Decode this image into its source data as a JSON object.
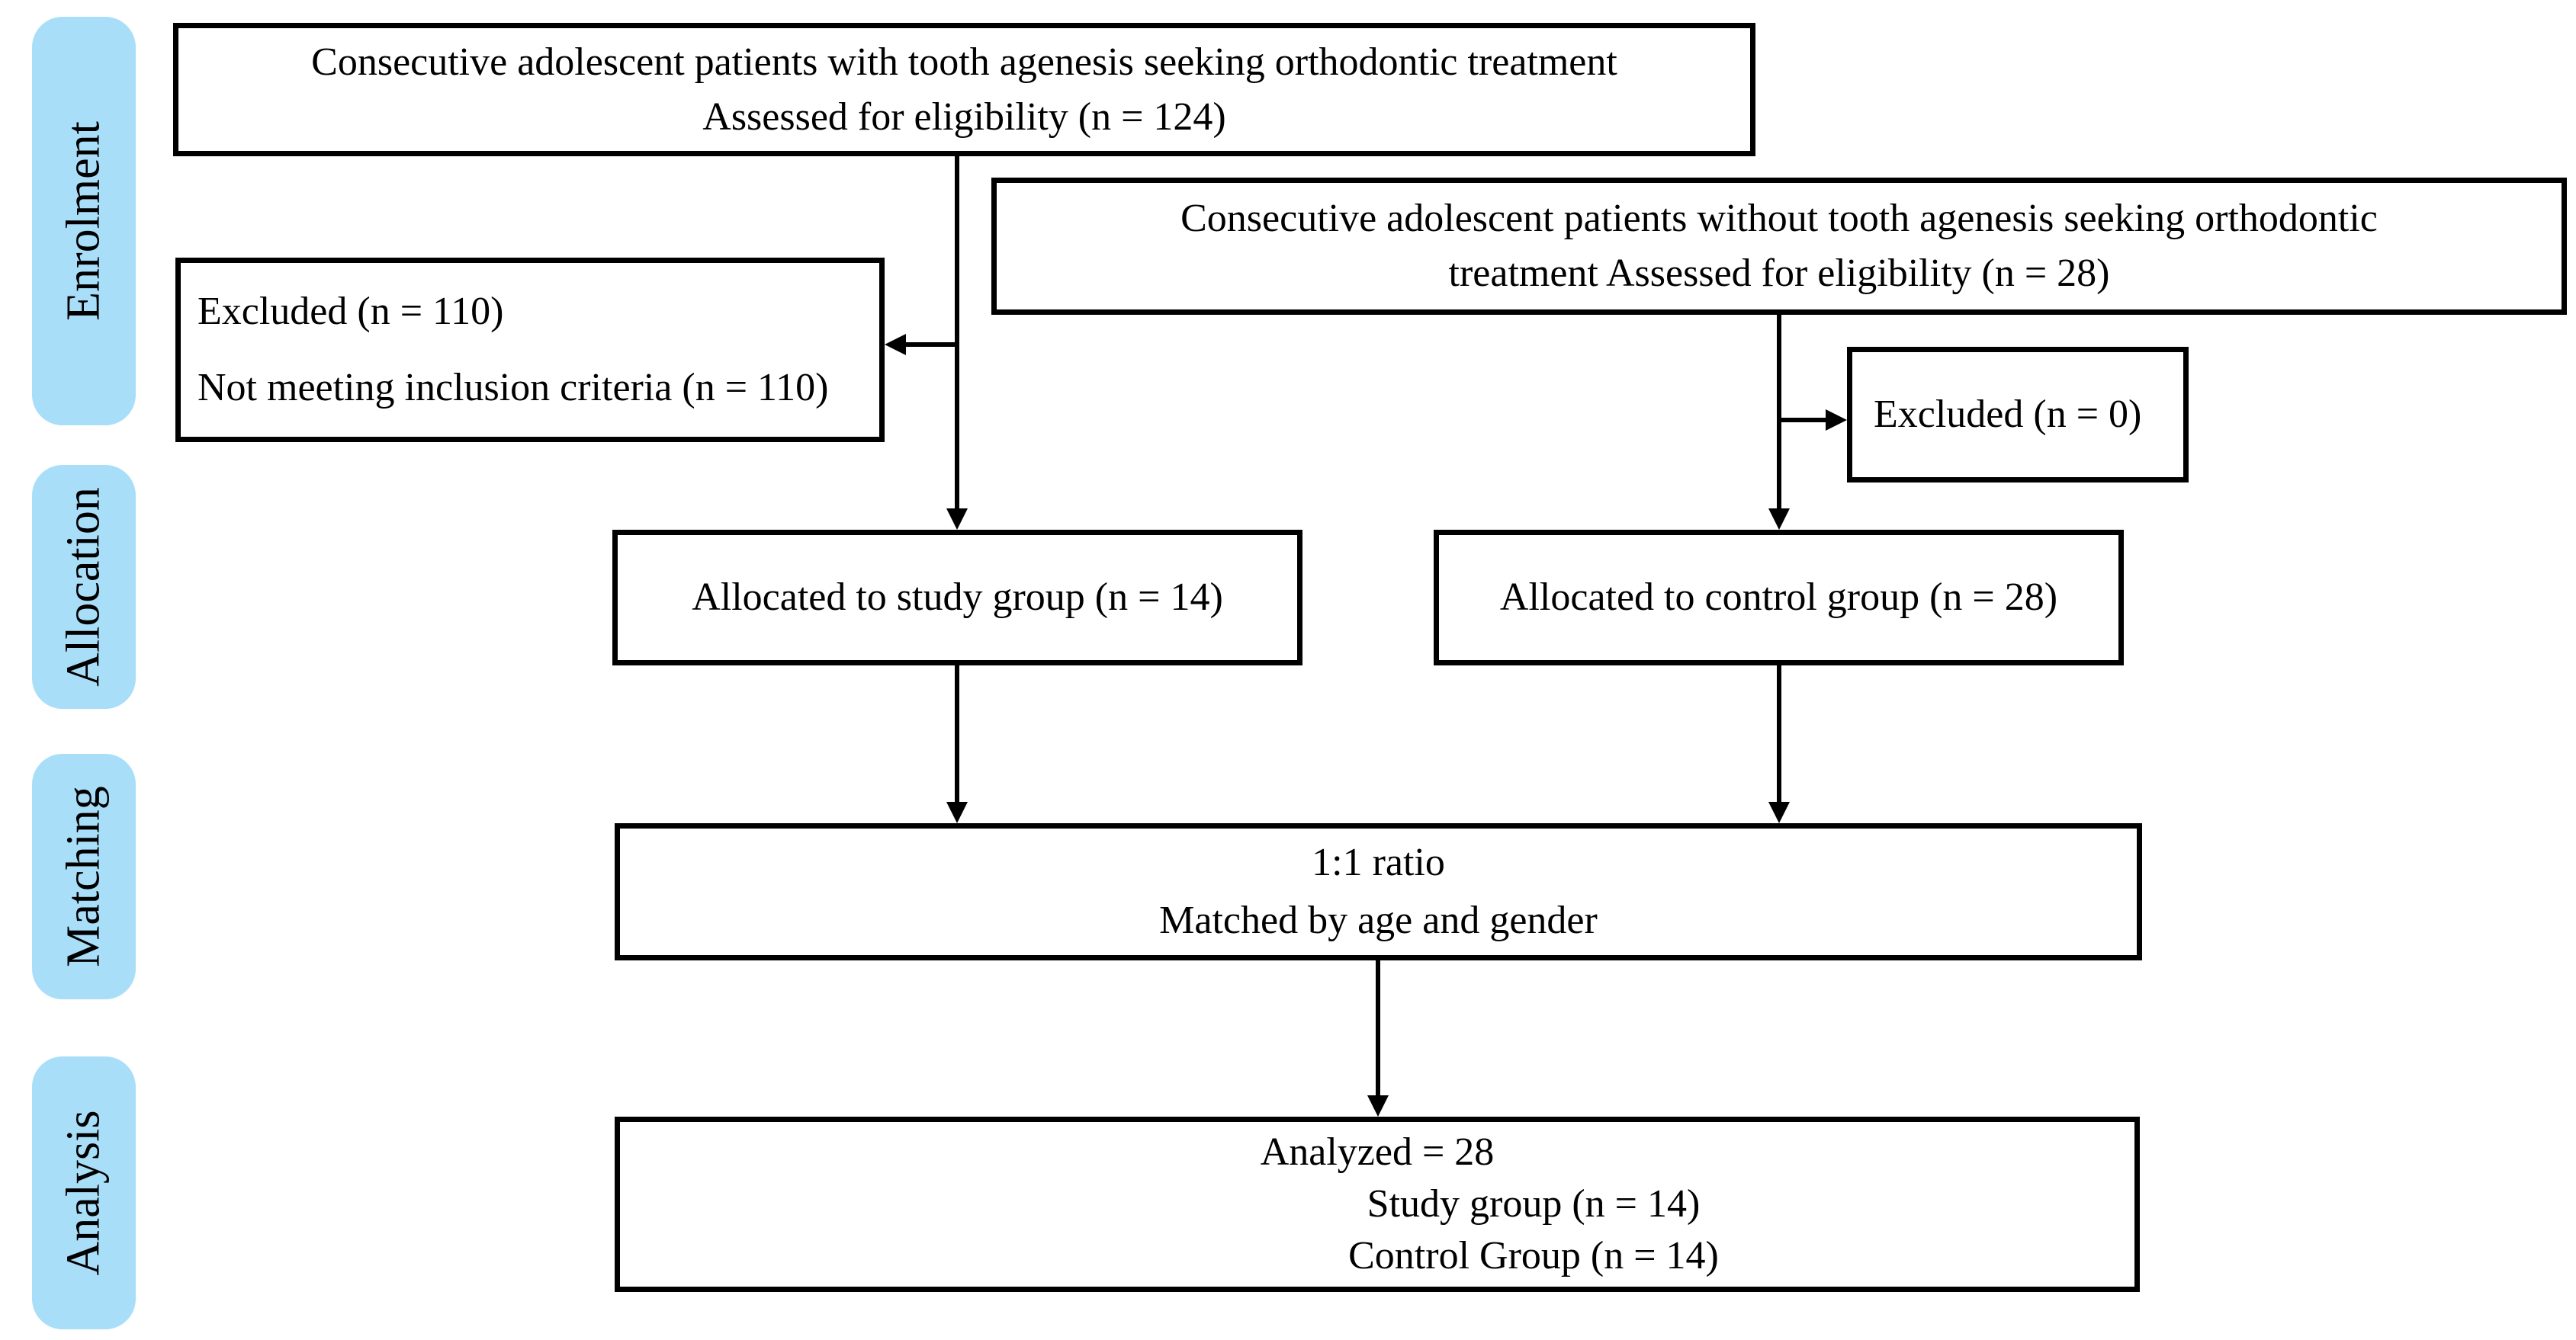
{
  "figure": {
    "type": "consort-flow-diagram",
    "background_color": "#ffffff",
    "line_color": "#000000",
    "stage_label_color": "#a9def9"
  },
  "sidebar": {
    "items": [
      {
        "label": "Enrolment"
      },
      {
        "label": "Allocation"
      },
      {
        "label": "Matching"
      },
      {
        "label": "Analysis"
      }
    ]
  },
  "boxes": {
    "eligibility_study": {
      "lines": [
        "Consecutive adolescent patients with tooth agenesis seeking orthodontic treatment",
        "Assessed for eligibility (n = 124)"
      ]
    },
    "eligibility_control": {
      "lines": [
        "Consecutive adolescent patients without tooth agenesis seeking orthodontic",
        "treatment Assessed for eligibility (n = 28)"
      ]
    },
    "excluded_study": {
      "lines": [
        "Excluded (n = 110)",
        "Not meeting inclusion criteria (n = 110)"
      ]
    },
    "excluded_control": {
      "lines": [
        "Excluded (n = 0)"
      ]
    },
    "allocated_study": {
      "lines": [
        "Allocated to study group (n = 14)"
      ]
    },
    "allocated_control": {
      "lines": [
        "Allocated to control group (n = 28)"
      ]
    },
    "matching": {
      "lines": [
        "1:1 ratio",
        "Matched by age and gender"
      ]
    },
    "analysis": {
      "lines": [
        "Analyzed = 28",
        "Study group (n = 14)",
        "Control Group (n = 14)"
      ]
    }
  }
}
